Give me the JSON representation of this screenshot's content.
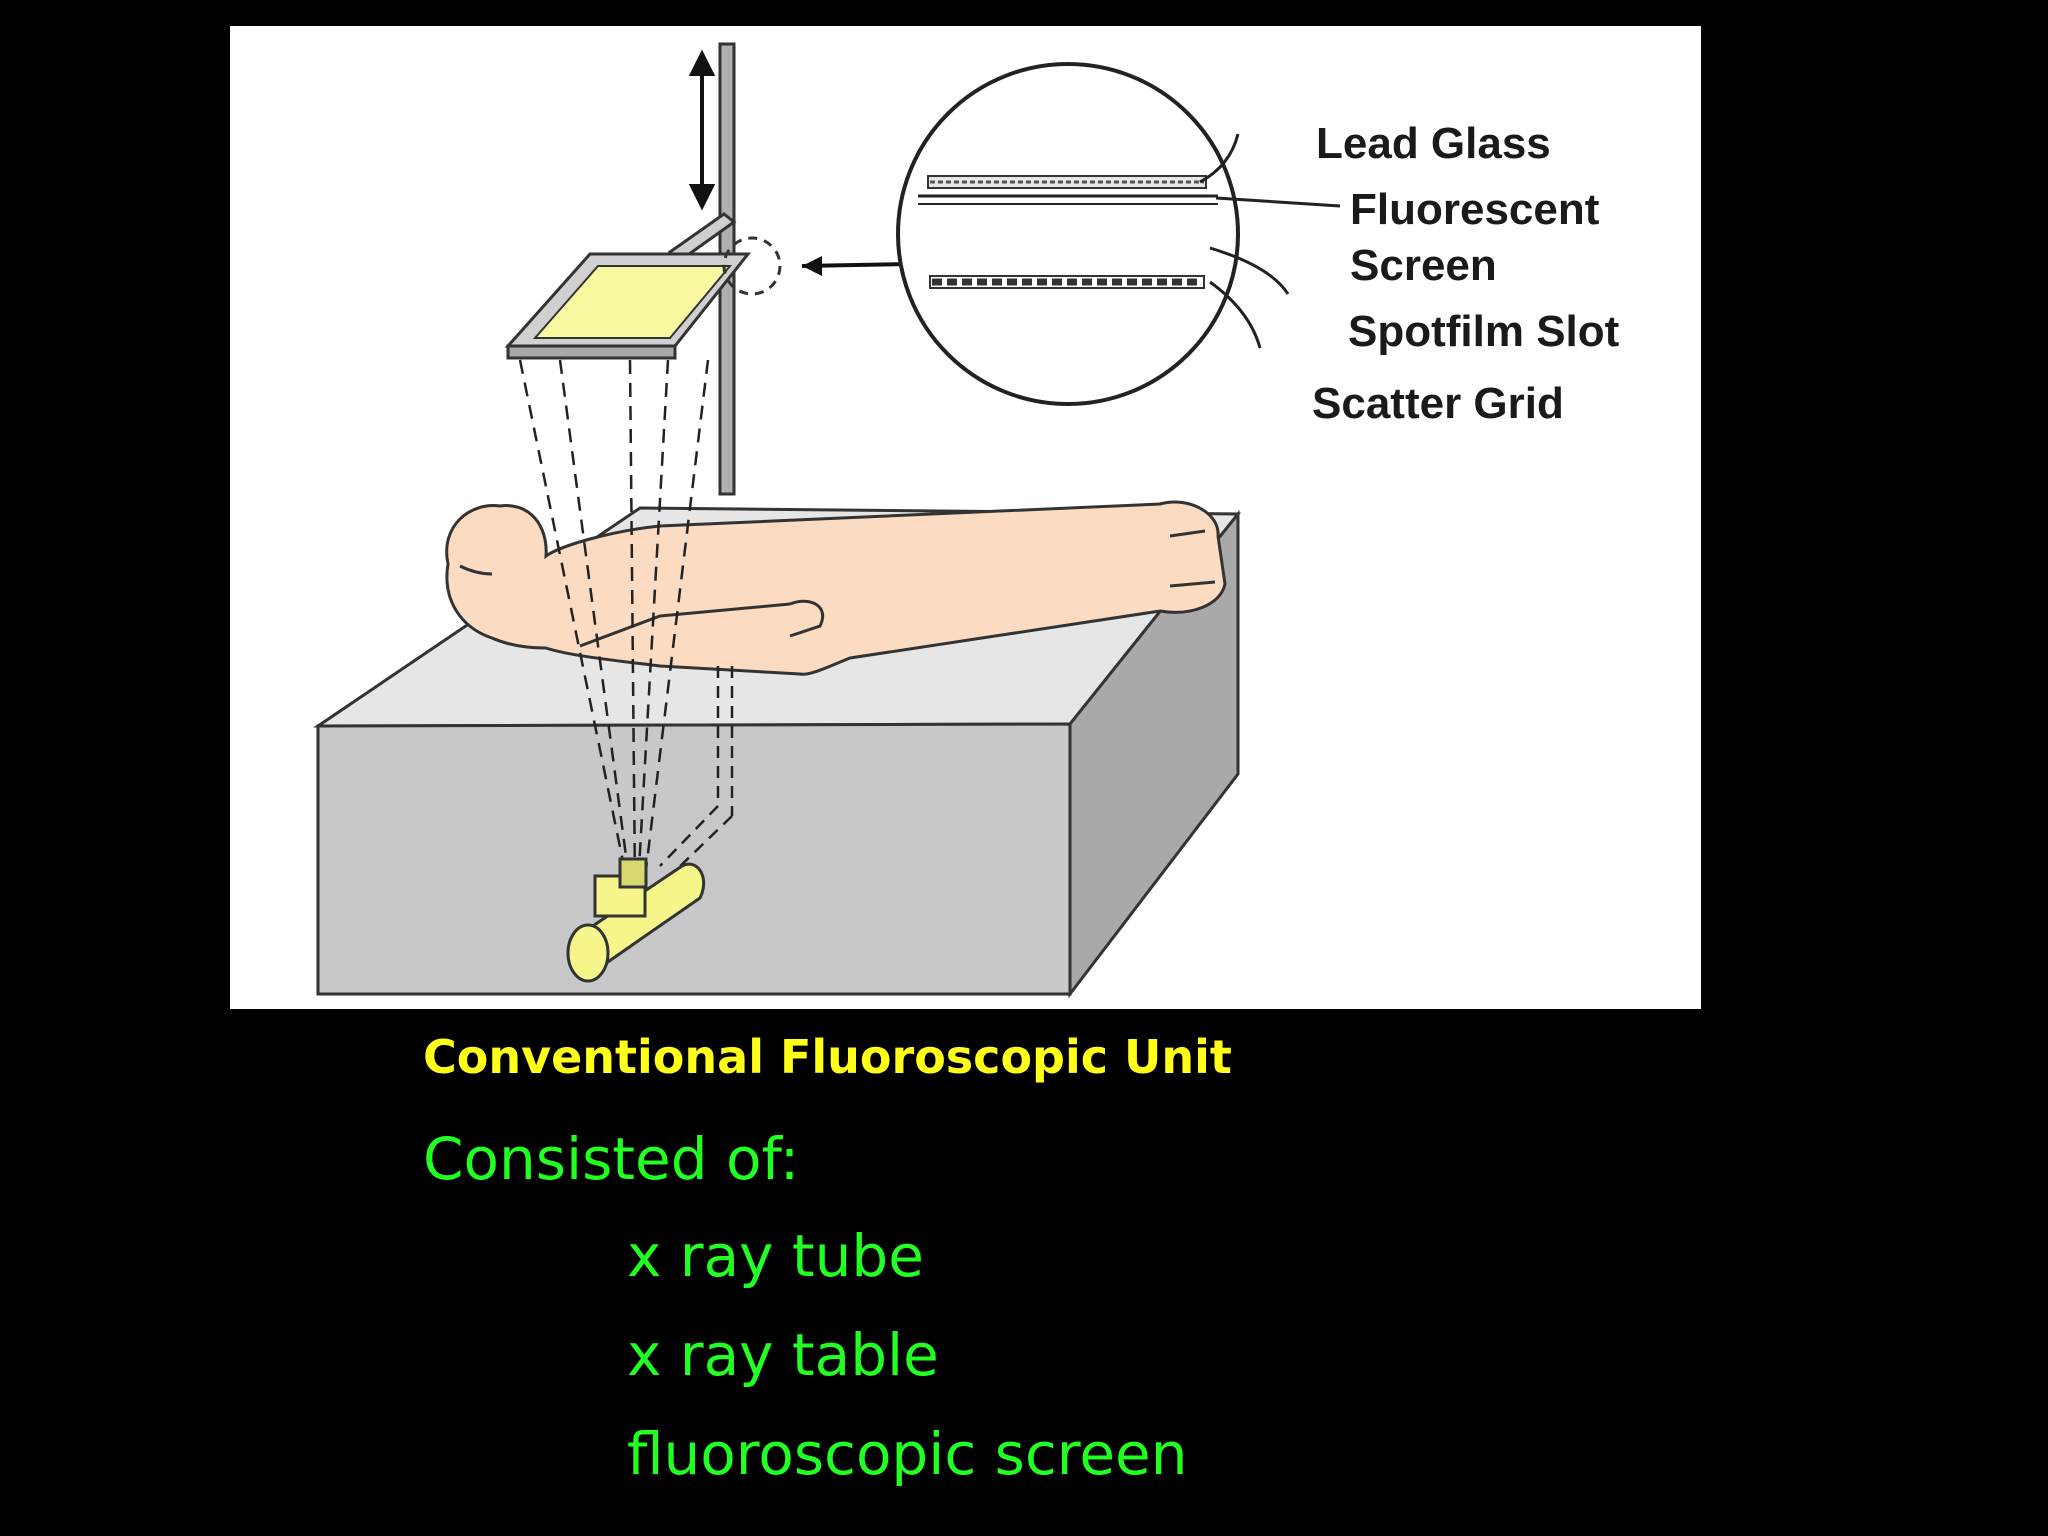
{
  "diagram": {
    "callouts": {
      "lead_glass": "Lead Glass",
      "fluorescent_screen_line1": "Fluorescent",
      "fluorescent_screen_line2": "Screen",
      "spotfilm_slot": "Spotfilm Slot",
      "scatter_grid": "Scatter Grid"
    },
    "colors": {
      "figure_background": "#ffffff",
      "patient_skin": "#fbdcc3",
      "table_top": "#e6e6e6",
      "table_front": "#c8c8c8",
      "table_side": "#a9a9a9",
      "screen_glow": "#f8f8a0",
      "xray_tube": "#f5f58a"
    }
  },
  "caption": "Conventional Fluoroscopic Unit",
  "intro": "Consisted of:",
  "components": [
    "x ray tube",
    "x ray table",
    "fluoroscopic screen"
  ],
  "colors": {
    "slide_background": "#000000",
    "caption_text": "#ffff1a",
    "list_text": "#22ff22"
  }
}
